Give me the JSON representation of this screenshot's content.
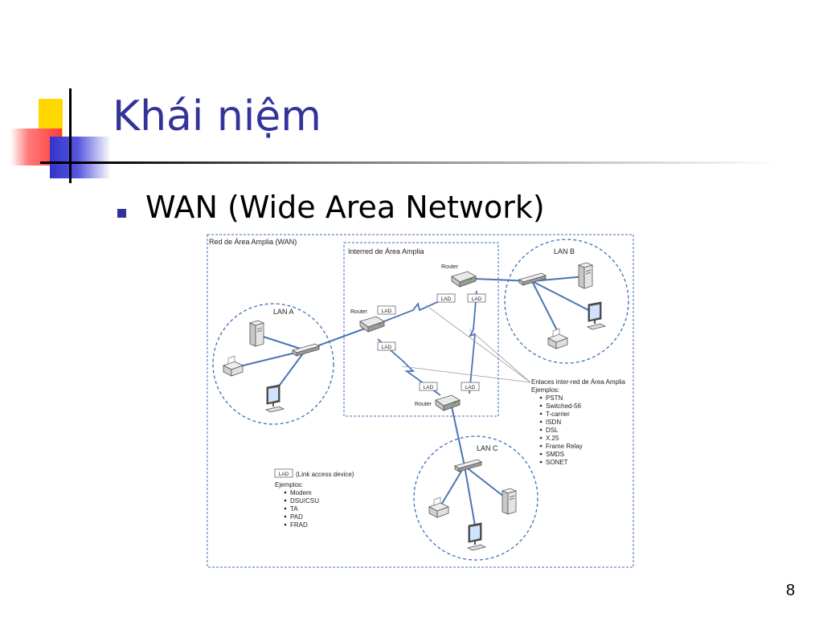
{
  "slide": {
    "title": "Khái niệm",
    "bullet": "WAN (Wide Area Network)",
    "page_number": "8"
  },
  "diagram": {
    "wan_label": "Red de Área Amplia (WAN)",
    "internet_label": "Interred de Área Amplia",
    "lan_a": "LAN A",
    "lan_b": "LAN B",
    "lan_c": "LAN C",
    "router_label": "Router",
    "lad": "LAD",
    "links_title": "Enlaces inter-red de Área Amplia",
    "links_examples_label": "Ejemplos:",
    "links_examples": [
      "PSTN",
      "Switched-56",
      "T-carrier",
      "ISDN",
      "DSL",
      "X.25",
      "Frame Relay",
      "SMDS",
      "SONET"
    ],
    "lad_legend_desc": "(Link access device)",
    "lad_examples_label": "Ejemplos:",
    "lad_examples": [
      "Modem",
      "DSU/CSU",
      "TA",
      "PAD",
      "FRAD"
    ]
  },
  "colors": {
    "title": "#333399",
    "bullet": "#333399",
    "link_line": "#4a74b5",
    "dashed_border": "#3f6fb5"
  }
}
